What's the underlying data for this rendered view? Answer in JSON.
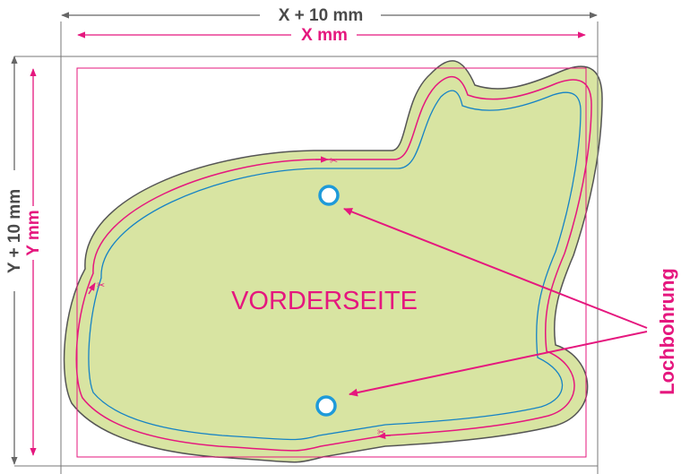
{
  "dimensions": {
    "outer_width_label": "X + 10 mm",
    "inner_width_label": "X mm",
    "outer_height_label": "Y + 10 mm",
    "inner_height_label": "Y mm"
  },
  "product": {
    "side_label": "VORDERSEITE",
    "hole_label": "Lochbohrung"
  },
  "colors": {
    "magenta": "#e5177e",
    "blue": "#1683c5",
    "fill": "#d8e4a2",
    "outline": "#555555",
    "guide": "#777777",
    "hole_border": "#1e9ad9"
  }
}
